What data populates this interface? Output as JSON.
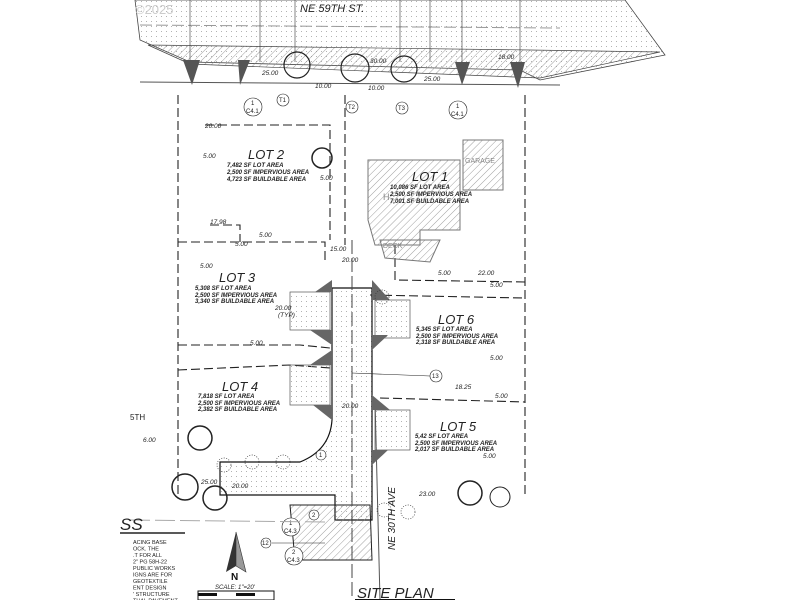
{
  "watermark": "©2025",
  "street_north": "NE 59TH ST.",
  "street_east": "NE 30TH AVE",
  "title": "SITE PLAN",
  "scale": "SCALE: 1\"=20'",
  "north_arrow": "N",
  "partial_left_title": "SS",
  "partial_left_street": "5TH",
  "partial_notes": [
    "ACING BASE",
    "OCK. THE",
    ".T FOR ALL",
    "2\" PG 58H-22",
    "PUBLIC WORKS",
    "IGNS ARE FOR",
    "GEOTEXTILE",
    "ENT DESIGN",
    "' STRUCTURE",
    "TUAL PAVEMENT"
  ],
  "lots": [
    {
      "name": "LOT 1",
      "lot_area": "10,086 SF LOT AREA",
      "impervious": "2,500 SF IMPERVIOUS AREA",
      "buildable": "7,001 SF BUILDABLE AREA"
    },
    {
      "name": "LOT 2",
      "lot_area": "7,482 SF LOT AREA",
      "impervious": "2,500 SF IMPERVIOUS AREA",
      "buildable": "4,723 SF BUILDABLE AREA"
    },
    {
      "name": "LOT 3",
      "lot_area": "5,308 SF LOT AREA",
      "impervious": "2,500 SF IMPERVIOUS AREA",
      "buildable": "3,340 SF BUILDABLE AREA"
    },
    {
      "name": "LOT 4",
      "lot_area": "7,818 SF LOT AREA",
      "impervious": "2,500 SF IMPERVIOUS AREA",
      "buildable": "2,382 SF BUILDABLE AREA"
    },
    {
      "name": "LOT 5",
      "lot_area": "5,42 SF LOT AREA",
      "impervious": "2,500 SF IMPERVIOUS AREA",
      "buildable": "2,017 SF BUILDABLE AREA"
    },
    {
      "name": "LOT 6",
      "lot_area": "5,345 SF LOT AREA",
      "impervious": "2,500 SF IMPERVIOUS AREA",
      "buildable": "2,318 SF BUILDABLE AREA"
    }
  ],
  "labels": {
    "garage": "GARAGE",
    "deck": "DECK",
    "house": "H"
  },
  "trees": [
    "T1",
    "T2",
    "T3"
  ],
  "callouts": {
    "c41": "1",
    "c41_sheet": "C4.1",
    "c43a": "1",
    "c43a_sheet": "C4.3",
    "c43b": "2",
    "c43b_sheet": "C4.3",
    "n13": "13",
    "n12": "12",
    "n1": "1",
    "n2": "2"
  },
  "dimensions": {
    "d25": "25.00",
    "d10a": "10.00",
    "d10b": "10.00",
    "d30": "30.00",
    "d25b": "25.00",
    "d18": "18.00",
    "d20a": "20.00",
    "d5_lot2": "5.00",
    "d5_lot2r": "5.00",
    "d1798": "17.98",
    "d5a": "5.00",
    "d5b": "5.00",
    "d15": "15.00",
    "d20b": "20.00",
    "d5_lot3": "5.00",
    "d20typ": "20.00",
    "typ": "(TYP)",
    "d5c": "5.00",
    "d5_lot1": "5.00",
    "d22": "22.00",
    "d5d": "5.00",
    "d5e": "5.00",
    "d1825": "18.25",
    "d20c": "20.00",
    "d5f": "5.00",
    "d5g": "5.00",
    "d6": "6.00",
    "d25c": "25.00",
    "d20d": "20.00",
    "d23": "23.00"
  }
}
